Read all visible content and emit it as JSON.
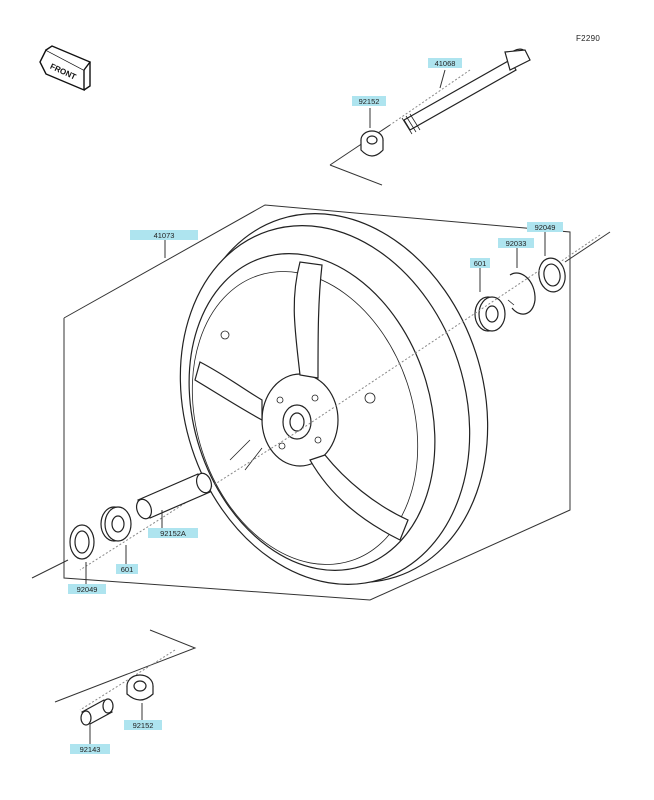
{
  "figure_id": "F2290",
  "front_label": "FRONT",
  "parts": {
    "axle": "41068",
    "collar_top": "92152",
    "wheel": "41073",
    "oil_seal_right": "92049",
    "circlip": "92033",
    "bearing_right": "601",
    "spacer_long": "92152A",
    "bearing_left": "601",
    "oil_seal_left": "92049",
    "collar_bottom": "92152",
    "spacer_bottom": "92143"
  }
}
